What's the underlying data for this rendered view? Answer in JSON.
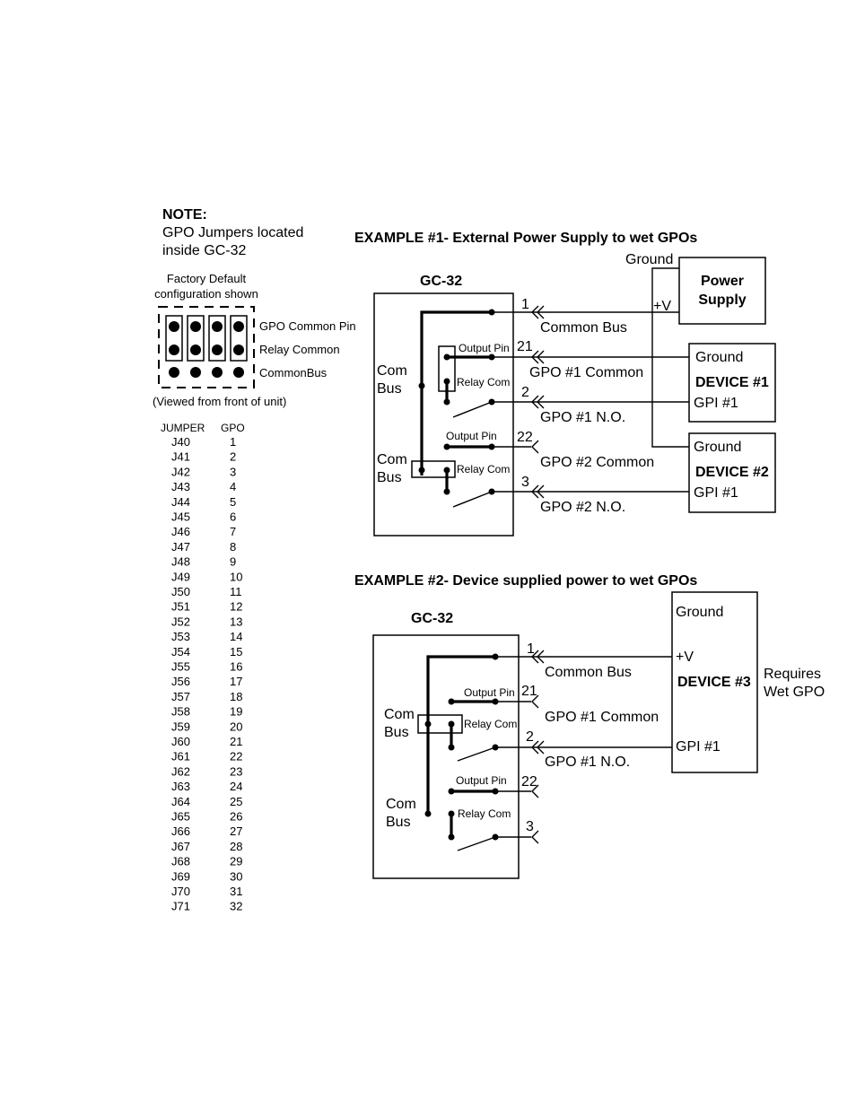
{
  "note": {
    "title": "NOTE:",
    "line1": "GPO Jumpers located",
    "line2": "inside GC-32",
    "factory1": "Factory Default",
    "factory2": "configuration shown",
    "pin_labels": [
      "GPO Common Pin",
      "Relay Common",
      "CommonBus"
    ],
    "viewed": "(Viewed from front of unit)"
  },
  "jumper_table": {
    "headers": [
      "JUMPER",
      "GPO"
    ],
    "rows": [
      [
        "J40",
        "1"
      ],
      [
        "J41",
        "2"
      ],
      [
        "J42",
        "3"
      ],
      [
        "J43",
        "4"
      ],
      [
        "J44",
        "5"
      ],
      [
        "J45",
        "6"
      ],
      [
        "J46",
        "7"
      ],
      [
        "J47",
        "8"
      ],
      [
        "J48",
        "9"
      ],
      [
        "J49",
        "10"
      ],
      [
        "J50",
        "11"
      ],
      [
        "J51",
        "12"
      ],
      [
        "J52",
        "13"
      ],
      [
        "J53",
        "14"
      ],
      [
        "J54",
        "15"
      ],
      [
        "J55",
        "16"
      ],
      [
        "J56",
        "17"
      ],
      [
        "J57",
        "18"
      ],
      [
        "J58",
        "19"
      ],
      [
        "J59",
        "20"
      ],
      [
        "J60",
        "21"
      ],
      [
        "J61",
        "22"
      ],
      [
        "J62",
        "23"
      ],
      [
        "J63",
        "24"
      ],
      [
        "J64",
        "25"
      ],
      [
        "J65",
        "26"
      ],
      [
        "J66",
        "27"
      ],
      [
        "J67",
        "28"
      ],
      [
        "J68",
        "29"
      ],
      [
        "J69",
        "30"
      ],
      [
        "J70",
        "31"
      ],
      [
        "J71",
        "32"
      ]
    ]
  },
  "example1": {
    "title": "EXAMPLE #1-   External Power Supply to wet GPOs",
    "unit": "GC-32",
    "com_bus": [
      "Com",
      "Bus"
    ],
    "output_pin": "Output Pin",
    "relay_com": "Relay Com",
    "pins": [
      "1",
      "21",
      "2",
      "22",
      "3"
    ],
    "signals": [
      "Common Bus",
      "GPO #1 Common",
      "GPO #1 N.O.",
      "GPO #2 Common",
      "GPO #2 N.O."
    ],
    "ground": "Ground",
    "plus_v": "+V",
    "power_supply": [
      "Power",
      "Supply"
    ],
    "device1": {
      "ground": "Ground",
      "name": "DEVICE #1",
      "gpi": "GPI #1"
    },
    "device2": {
      "ground": "Ground",
      "name": "DEVICE #2",
      "gpi": "GPI #1"
    }
  },
  "example2": {
    "title": "EXAMPLE #2-   Device supplied power to wet GPOs",
    "unit": "GC-32",
    "com_bus": [
      "Com",
      "Bus"
    ],
    "output_pin": "Output Pin",
    "relay_com": "Relay Com",
    "pins": [
      "1",
      "21",
      "2",
      "22",
      "3"
    ],
    "signals": [
      "Common Bus",
      "GPO #1 Common",
      "GPO #1 N.O."
    ],
    "device3": {
      "ground": "Ground",
      "plus_v": "+V",
      "name": "DEVICE #3",
      "gpi": "GPI #1"
    },
    "requires": [
      "Requires",
      "Wet GPO"
    ]
  }
}
